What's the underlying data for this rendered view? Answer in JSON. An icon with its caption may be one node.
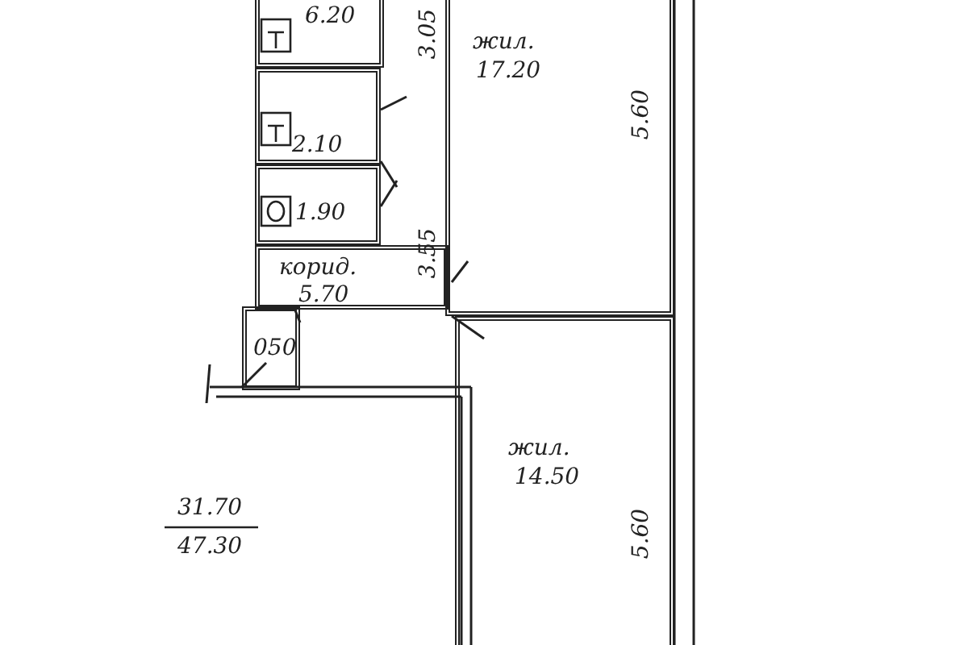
{
  "diagram": {
    "nodes": [
      {
        "text": [
          "6.20"
        ]
      },
      {
        "text": [
          "2.10"
        ]
      },
      {
        "text": [
          "1.90"
        ]
      },
      {
        "text": [
          "корид.",
          "5.70"
        ]
      },
      {
        "text": [
          "050"
        ]
      },
      {
        "text": [
          "жил.",
          "17.20"
        ]
      },
      {
        "text": [
          "жил.",
          "14.50"
        ]
      }
    ],
    "labels": [
      "3.05",
      "3.55",
      "5.60",
      "5.60",
      "31.70",
      "47.30"
    ]
  }
}
